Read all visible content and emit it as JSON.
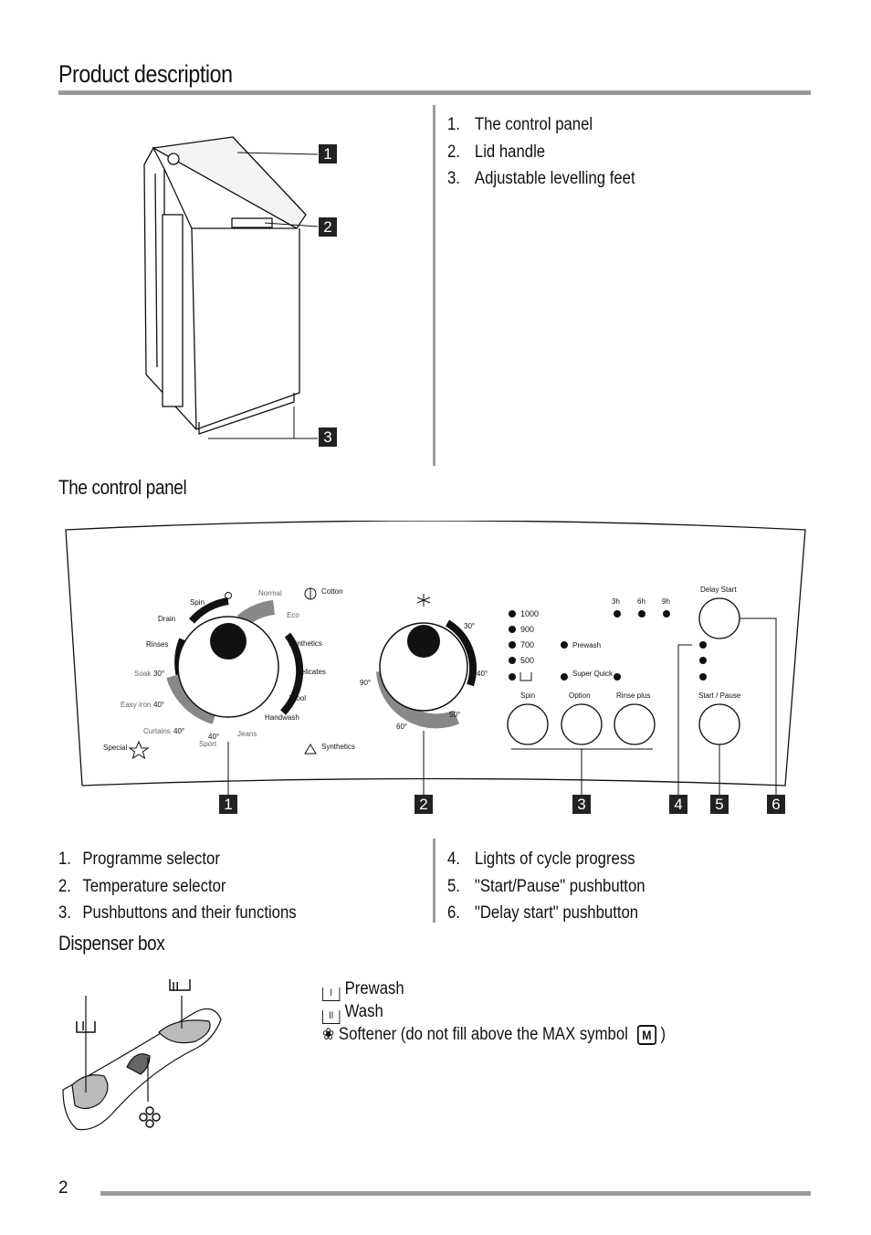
{
  "page": {
    "title": "Product description",
    "page_number": "2"
  },
  "product": {
    "items": [
      {
        "num": "1.",
        "label": "The control panel"
      },
      {
        "num": "2.",
        "label": "Lid handle"
      },
      {
        "num": "3.",
        "label": "Adjustable levelling feet"
      }
    ],
    "callouts": [
      "1",
      "2",
      "3"
    ]
  },
  "control_panel": {
    "heading": "The control panel",
    "callouts": [
      "1",
      "2",
      "3",
      "4",
      "5",
      "6"
    ],
    "programme_dial": {
      "labels": [
        "Spin",
        "Drain",
        "Rinses",
        "Soak",
        "30°",
        "Easy iron",
        "40°",
        "Curtains",
        "40°",
        "40°",
        "Jeans",
        "Sport",
        "Special",
        "Normal",
        "Eco",
        "Synthetics",
        "Delicates",
        "Wool",
        "Handwash",
        "Cotton",
        "Synthetics"
      ]
    },
    "temperature_dial": {
      "labels": [
        "30°",
        "40°",
        "50°",
        "60°",
        "90°"
      ]
    },
    "spin_speeds": [
      "1000",
      "900",
      "700",
      "500"
    ],
    "options": [
      "Prewash",
      "Super Quick"
    ],
    "delay_hours": [
      "3h",
      "6h",
      "9h"
    ],
    "buttons": [
      "Spin",
      "Option",
      "Rinse plus",
      "Start / Pause",
      "Delay Start"
    ],
    "left_items": [
      {
        "num": "1.",
        "label": "Programme selector"
      },
      {
        "num": "2.",
        "label": "Temperature selector"
      },
      {
        "num": "3.",
        "label": "Pushbuttons and their functions"
      }
    ],
    "right_items": [
      {
        "num": "4.",
        "label": "Lights of cycle progress"
      },
      {
        "num": "5.",
        "label": "\"Start/Pause\" pushbutton"
      },
      {
        "num": "6.",
        "label": "\"Delay start\" pushbutton"
      }
    ]
  },
  "dispenser": {
    "heading": "Dispenser box",
    "compartments": [
      {
        "icon": "prewash-compartment-icon",
        "symbol": "I",
        "label": "Prewash"
      },
      {
        "icon": "wash-compartment-icon",
        "symbol": "II",
        "label": "Wash"
      },
      {
        "icon": "softener-flower-icon",
        "label": "Softener",
        "note": "(do not fill above the MAX symbol",
        "note_end": ")"
      }
    ],
    "max_symbol": "M",
    "figure_symbols": [
      "I",
      "II"
    ]
  },
  "colors": {
    "rule": "#9a9a9a",
    "callout_bg": "#222222",
    "dial_gray": "#888888"
  }
}
